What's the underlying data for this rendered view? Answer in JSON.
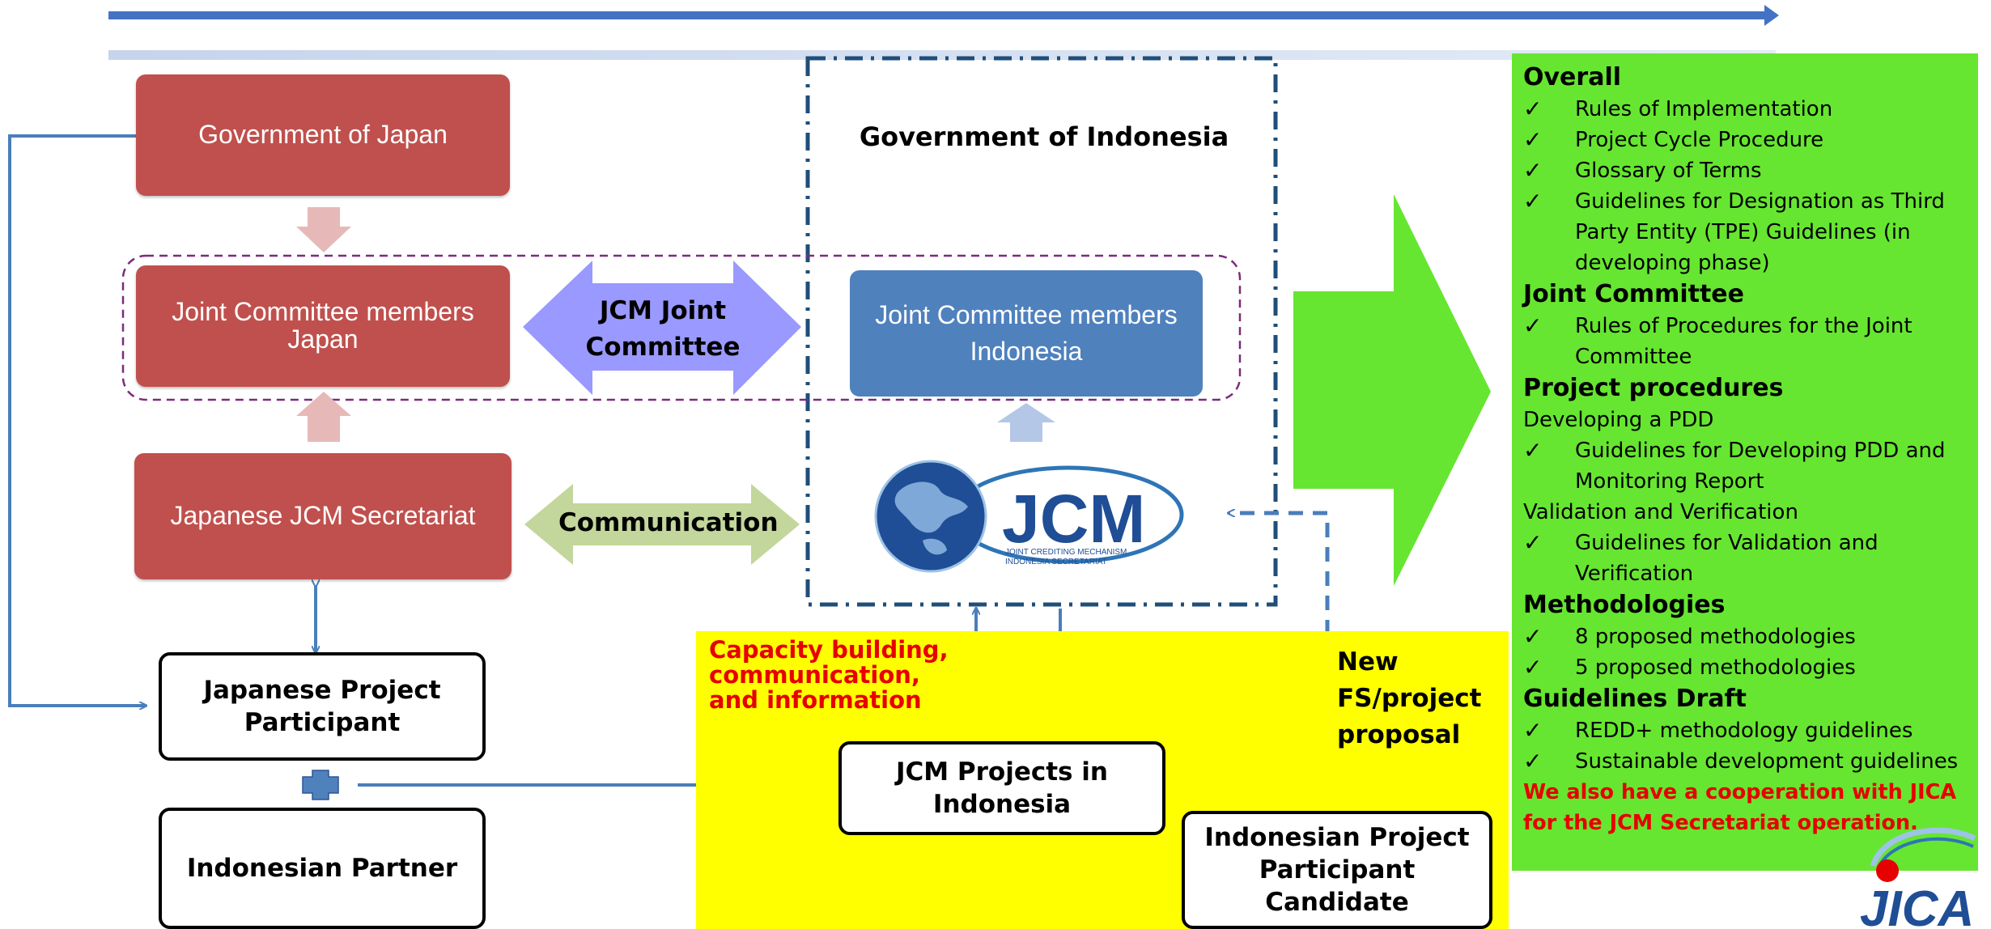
{
  "colors": {
    "accent_blue": "#4a7ebb",
    "japan_red": "#c0504d",
    "indonesia_blue": "#4f81bd",
    "highlight_yellow": "#ffff00",
    "panel_green": "#66e630",
    "alert_red": "#e60000",
    "committee_arrow": "#9999ff",
    "communication_arrow": "#c3d69b"
  },
  "nodes": {
    "gov_japan": "Government of Japan",
    "gov_indonesia": "Government of Indonesia",
    "jc_japan": {
      "line1": "Joint Committee members",
      "line2": "Japan"
    },
    "jc_indonesia": {
      "line1": "Joint Committee members",
      "line2": "Indonesia"
    },
    "jp_secretariat": "Japanese JCM Secretariat",
    "jp_participant": {
      "line1": "Japanese Project",
      "line2": "Participant"
    },
    "id_partner": "Indonesian Partner",
    "jcm_projects": {
      "line1": "JCM Projects in",
      "line2": "Indonesia"
    },
    "id_candidate": {
      "line1": "Indonesian Project",
      "line2": "Participant Candidate"
    }
  },
  "arrows": {
    "jcm_joint": {
      "line1": "JCM Joint",
      "line2": "Committee"
    },
    "communication": "Communication"
  },
  "labels": {
    "capacity": [
      "Capacity building,",
      "communication,",
      "and information"
    ],
    "new_fs": [
      "New",
      "FS/project",
      "proposal"
    ]
  },
  "logos": {
    "jcm_text": "JCM",
    "jcm_sub1": "JOINT CREDITING MECHANISM",
    "jcm_sub2": "INDONESIA SECRETARIAT",
    "jica_text": "JICA"
  },
  "panel": {
    "check_icon": "checkmark-icon",
    "sections": [
      {
        "id": "overall",
        "heading": "Overall",
        "lines": [
          {
            "kind": "item",
            "text": "Rules of Implementation"
          },
          {
            "kind": "item",
            "text": "Project Cycle Procedure"
          },
          {
            "kind": "item",
            "text": "Glossary of Terms"
          },
          {
            "kind": "item",
            "text": "Guidelines for Designation as Third Party Entity (TPE) Guidelines (in developing phase)"
          }
        ]
      },
      {
        "id": "joint-committee",
        "heading": "Joint Committee",
        "lines": [
          {
            "kind": "item",
            "text": "Rules of Procedures for the Joint Committee"
          }
        ]
      },
      {
        "id": "project-procedures",
        "heading": "Project procedures",
        "lines": [
          {
            "kind": "plain",
            "text": "Developing a PDD"
          },
          {
            "kind": "item",
            "text": "Guidelines for Developing PDD and Monitoring Report"
          },
          {
            "kind": "plain",
            "text": "Validation and Verification"
          },
          {
            "kind": "item",
            "text": "Guidelines for Validation and Verification"
          }
        ]
      },
      {
        "id": "methodologies",
        "heading": "Methodologies",
        "lines": [
          {
            "kind": "item",
            "text": "8 proposed methodologies"
          },
          {
            "kind": "item",
            "text": "5 proposed methodologies"
          }
        ]
      },
      {
        "id": "guidelines-draft",
        "heading": "Guidelines Draft",
        "lines": [
          {
            "kind": "item",
            "text": "REDD+ methodology guidelines"
          },
          {
            "kind": "item",
            "text": "Sustainable development guidelines"
          }
        ]
      }
    ],
    "note": "We also have a cooperation with JICA for the JCM Secretariat operation."
  }
}
